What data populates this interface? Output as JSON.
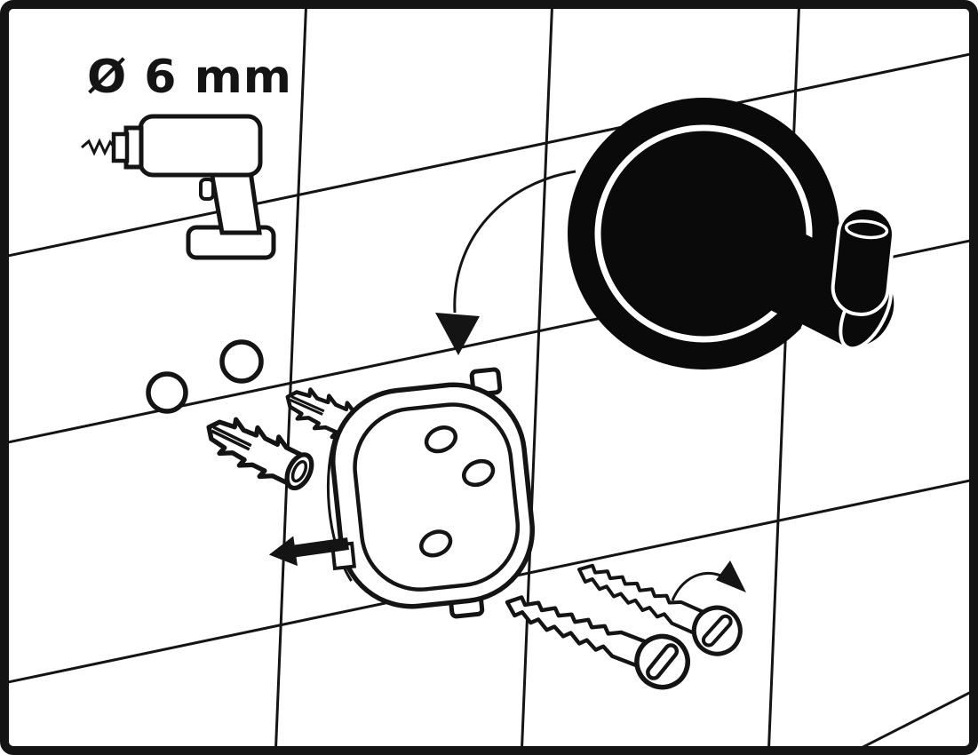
{
  "labels": {
    "drill_diameter": "Ø 6 mm"
  },
  "colors": {
    "ink": "#141414",
    "paper": "#ffffff",
    "product_black": "#0a0a0a"
  },
  "parts": {
    "background": "tiled-wall",
    "tool": "drill-icon",
    "holes": "drilled-holes",
    "anchors": "wall-plug-icon",
    "plate": "mounting-plate-icon",
    "product": "wall-hook-icon",
    "fasteners": "screw-icon",
    "arrows": [
      "push-arrow",
      "rotate-arrow",
      "screw-turn-arrow"
    ]
  }
}
